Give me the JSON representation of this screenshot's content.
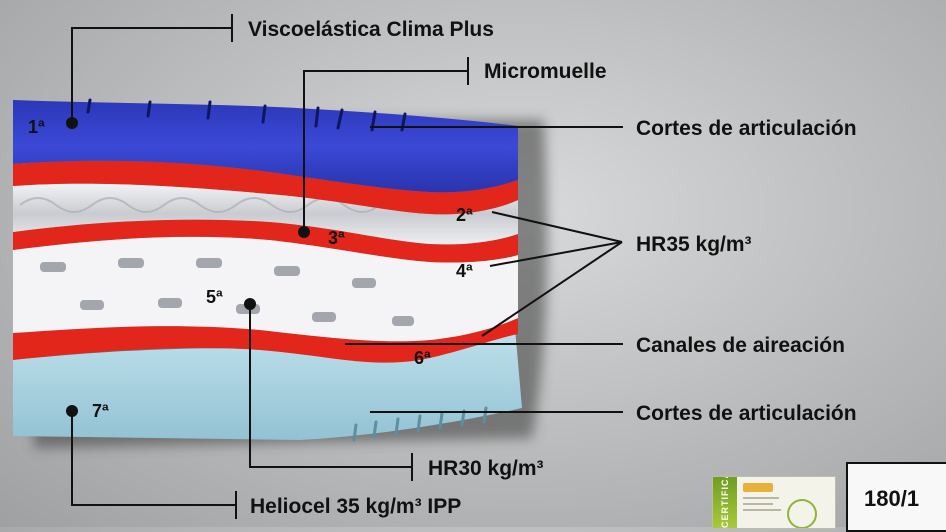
{
  "labels": {
    "top_foam": "Viscoelástica Clima Plus",
    "micro_spring": "Micromuelle",
    "cuts_top": "Cortes de articulación",
    "hr35": "HR35 kg/m³",
    "air_channels": "Canales de aireación",
    "cuts_bottom": "Cortes de articulación",
    "hr30": "HR30 kg/m³",
    "base_foam": "Heliocel 35 kg/m³ IPP"
  },
  "layers": {
    "l1": "1ª",
    "l2": "2ª",
    "l3": "3ª",
    "l4": "4ª",
    "l5": "5ª",
    "l6": "6ª",
    "l7": "7ª"
  },
  "certificate": {
    "band_text": "CERTIFICADO"
  },
  "size_box": {
    "text": "180/1"
  },
  "colors": {
    "viscoelastic_blue": "#3340c8",
    "red_foam": "#e2261c",
    "spring_white": "#e6e7ea",
    "white_foam": "#f4f4f6",
    "base_light_blue": "#a9d2e0",
    "leader_line": "#111111"
  }
}
